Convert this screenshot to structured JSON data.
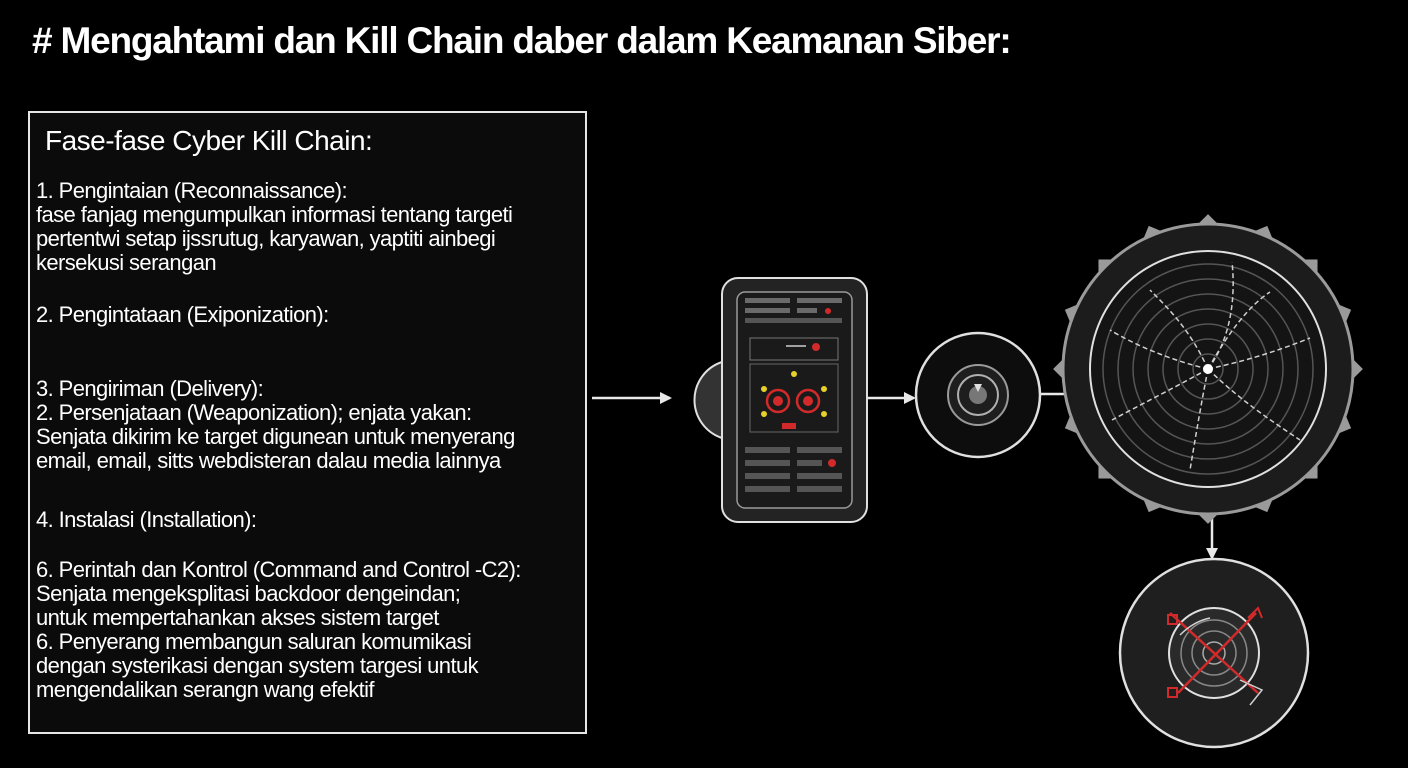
{
  "title": "# Mengahtami dan Kill Chain daber dalam Keamanan Siber:",
  "panel": {
    "heading": "Fase-fase Cyber Kill Chain:",
    "phases": [
      {
        "lines": [
          "1. Pengintaian (Reconnaissance):",
          "fase fanjag mengumpulkan informasi tentang targeti",
          "pertentwi setap ijssrutug, karyawan, yaptiti ainbegi",
          "kersekusi serangan"
        ]
      },
      {
        "lines": [
          "2. Pengintataan (Exiponization):"
        ]
      },
      {
        "lines": [
          "3. Pengiriman (Delivery):",
          "2. Persenjataan (Weaponization); enjata yakan:",
          "Senjata dikirim ke target digunean untuk menyerang",
          "email, email, sitts webdisteran dalau media lainnya"
        ]
      },
      {
        "lines": [
          "4. Instalasi (Installation):"
        ]
      },
      {
        "lines": [
          "6. Perintah dan Kontrol (Command and Control -C2):",
          "Senjata mengeksplitasi backdoor dengeindan;",
          "untuk mempertahankan akses sistem target",
          "6. Penyerang membangun saluran komumikasi",
          "dengan systerikasi dengan system targesi untuk",
          "mengendalikan serangn wang efektif"
        ]
      }
    ]
  },
  "diagram": {
    "colors": {
      "line": "#e8e8e8",
      "device_fill": "#2a2a2a",
      "circle_fill": "#3a3a3a",
      "accent_red": "#d22a2a",
      "accent_yellow": "#e8d02a"
    },
    "icons": [
      "device-icon",
      "target-icon",
      "gear-network-icon",
      "crosshair-icon"
    ]
  }
}
